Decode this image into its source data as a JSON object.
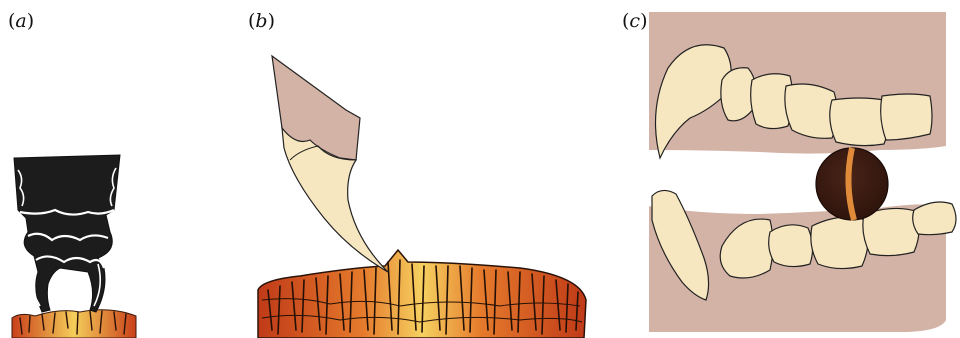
{
  "panels": [
    {
      "id": "a",
      "label_open": "(",
      "label_letter": "a",
      "label_close": ")"
    },
    {
      "id": "b",
      "label_open": "(",
      "label_letter": "b",
      "label_close": ")"
    },
    {
      "id": "c",
      "label_open": "(",
      "label_letter": "c",
      "label_close": ")"
    }
  ],
  "colors": {
    "tooth": "#f7e7c0",
    "gum": "#d4b3a7",
    "mandible": "#1c1c1c",
    "wood_dark": "#c9401a",
    "wood_light": "#f5cd5a",
    "seed": "#3b1c12",
    "seed_band": "#e08b3a",
    "outline": "#222222"
  }
}
